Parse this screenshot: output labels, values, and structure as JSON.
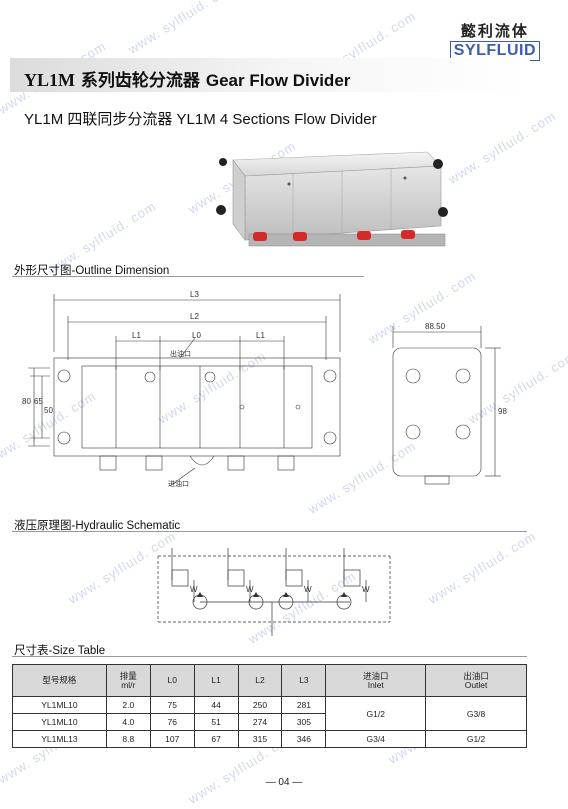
{
  "brand": {
    "cn": "懿利流体",
    "en": "SYLFLUID"
  },
  "watermark": "www. sylfluid. com",
  "title": {
    "prefix": "YL1M",
    "cn": " 系列齿轮分流器 ",
    "en": "Gear Flow Divider"
  },
  "subtitle": "YL1M 四联同步分流器    YL1M 4 Sections Flow Divider",
  "sections": {
    "outline": "外形尺寸图-Outline Dimension",
    "schematic": "液压原理图-Hydraulic Schematic",
    "size_table": "尺寸表-Size Table"
  },
  "outline_labels": {
    "L3": "L3",
    "L2": "L2",
    "L1a": "L1",
    "L0": "L0",
    "L1b": "L1",
    "outlet": "出油口",
    "inlet": "进油口",
    "h80": "80",
    "h65": "65",
    "h50": "50",
    "w88": "88.50",
    "h98": "98"
  },
  "schematic_label": "W",
  "size_table": {
    "headers": [
      {
        "cn": "型号规格",
        "en": ""
      },
      {
        "cn": "排量",
        "en": "ml/r"
      },
      {
        "cn": "L0",
        "en": ""
      },
      {
        "cn": "L1",
        "en": ""
      },
      {
        "cn": "L2",
        "en": ""
      },
      {
        "cn": "L3",
        "en": ""
      },
      {
        "cn": "进油口",
        "en": "Inlet"
      },
      {
        "cn": "出油口",
        "en": "Outlet"
      }
    ],
    "rows": [
      {
        "model": "YL1ML10",
        "disp": "2.0",
        "l0": "75",
        "l1": "44",
        "l2": "250",
        "l3": "281"
      },
      {
        "model": "YL1ML10",
        "disp": "4.0",
        "l0": "76",
        "l1": "51",
        "l2": "274",
        "l3": "305"
      },
      {
        "model": "YL1ML13",
        "disp": "8.8",
        "l0": "107",
        "l1": "67",
        "l2": "315",
        "l3": "346"
      }
    ],
    "ports": [
      {
        "inlet": "G1/2",
        "outlet": "G3/8"
      },
      {
        "inlet": "G3/4",
        "outlet": "G1/2"
      }
    ]
  },
  "page_number": "— 04 —"
}
